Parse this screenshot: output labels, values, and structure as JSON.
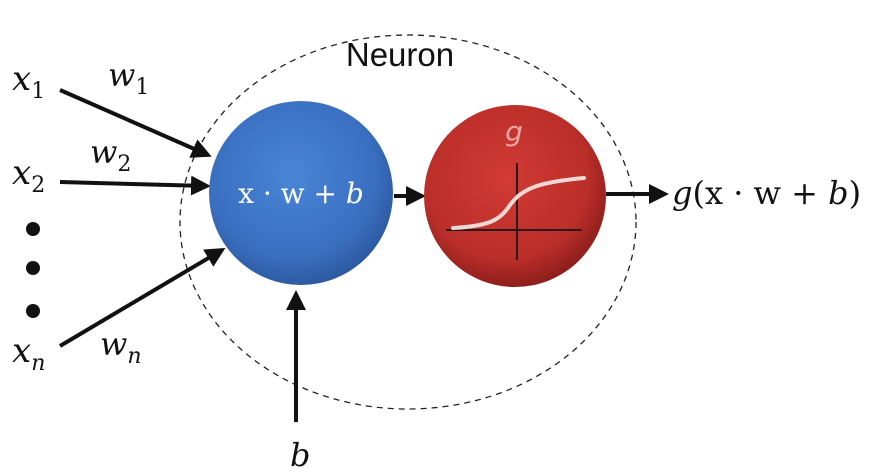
{
  "title": "Neuron",
  "inputs": [
    {
      "x_base": "x",
      "x_sub": "1",
      "w_base": "w",
      "w_sub": "1"
    },
    {
      "x_base": "x",
      "x_sub": "2",
      "w_base": "w",
      "w_sub": "2"
    },
    {
      "x_base": "x",
      "x_sub": "n",
      "w_base": "w",
      "w_sub": "n"
    }
  ],
  "ellipsis_dots": 3,
  "bias_label": "b",
  "sum_node": {
    "text_main": "x · w + ",
    "text_italic": "b",
    "color": "#3c74c4"
  },
  "activation_node": {
    "label": "g",
    "color": "#c0302b"
  },
  "output": {
    "fn": "g",
    "open": "(",
    "body": "x · w + ",
    "italic_tail": "b",
    "close": ")"
  }
}
